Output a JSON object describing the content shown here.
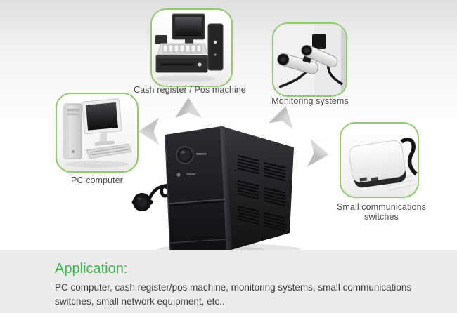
{
  "callouts": [
    {
      "label": "Cash register / Pos machine",
      "image": "pos-machine-photo"
    },
    {
      "label": "Monitoring systems",
      "image": "cctv-cameras-photo"
    },
    {
      "label": "PC computer",
      "image": "desktop-pc-photo"
    },
    {
      "label": "Small communications switches",
      "image": "network-switch-photo"
    }
  ],
  "center_image": "ups-backup-power-unit-photo",
  "application": {
    "heading": "Application:",
    "body": "PC computer, cash register/pos machine, monitoring systems, small communications switches, small network equipment, etc.."
  },
  "colors": {
    "accent_green": "#3db449",
    "card_border_green": "#93c972",
    "arrow_gray": "#c8c8ca",
    "footer_background": "#ececec",
    "label_text": "#4a4a4a"
  },
  "icons": [
    "arrow-up-icon",
    "arrow-up-right-icon",
    "arrow-left-icon",
    "arrow-right-icon"
  ]
}
